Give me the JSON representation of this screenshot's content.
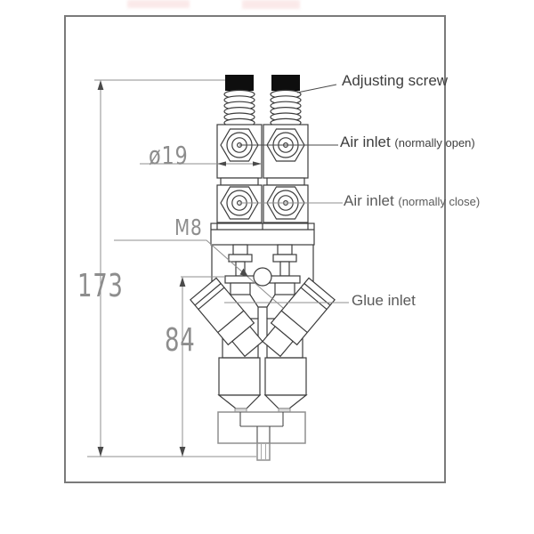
{
  "labels": {
    "adjusting_screw": "Adjusting screw",
    "air_inlet_open": "Air inlet",
    "air_inlet_open_note": "(normally open)",
    "air_inlet_close": "Air inlet",
    "air_inlet_close_note": "(normally close)",
    "glue_inlet": "Glue inlet"
  },
  "dimensions": {
    "body_width": "ø19",
    "thread_size": "M8",
    "overall_height": "173",
    "lower_section_height": "84"
  },
  "colors": {
    "line": "#3c3c3c",
    "dim_line": "#8f8f8f",
    "dim_text": "#8d8d8d",
    "label_text": "#3e3e3e",
    "label_text_soft": "#5a5a5a",
    "screw_head": "#0e0e0e",
    "frame_border": "#7a7a7a",
    "tip_fill": "#dcdcdc",
    "watermark_tint": "#f6cfcf"
  }
}
